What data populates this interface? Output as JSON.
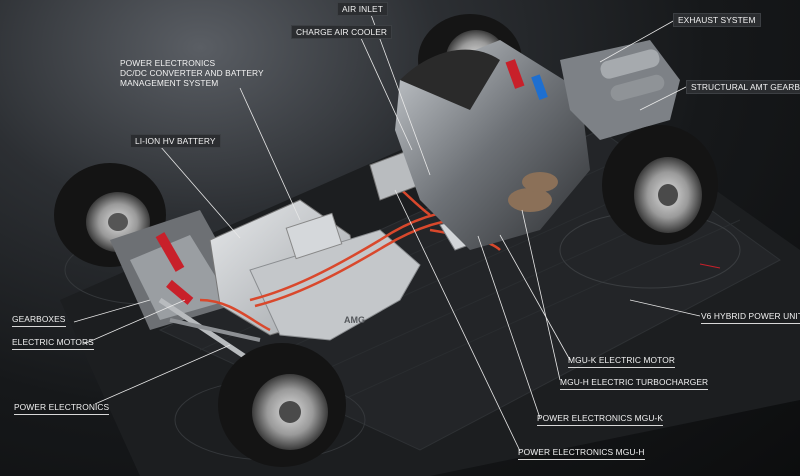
{
  "labels": {
    "air_inlet": "AIR INLET",
    "charge_air_cooler": "CHARGE AIR COOLER",
    "power_electronics_dcdc": "POWER ELECTRONICS\nDC/DC CONVERTER AND BATTERY\nMANAGEMENT SYSTEM",
    "li_ion_battery": "LI-ION HV BATTERY",
    "exhaust_system": "EXHAUST SYSTEM",
    "structural_gearbox": "STRUCTURAL AMT GEARBOX",
    "gearboxes": "GEARBOXES",
    "electric_motors": "ELECTRIC MOTORS",
    "power_electronics": "POWER ELECTRONICS",
    "v6_hybrid": "V6 HYBRID POWER UNIT",
    "mguk_motor": "MGU-K ELECTRIC MOTOR",
    "mguh_turbo": "MGU-H ELECTRIC TURBOCHARGER",
    "pe_mguk": "POWER ELECTRONICS MGU-K",
    "pe_mguh": "POWER ELECTRONICS MGU-H"
  },
  "battery_badge": "AMG",
  "colors": {
    "background": "#1a1c1e",
    "label_bg": "#2b2d30",
    "label_text": "#f2f2f2",
    "cable_orange": "#d9482c",
    "spring_red": "#c8202a",
    "tyre": "#151515"
  }
}
